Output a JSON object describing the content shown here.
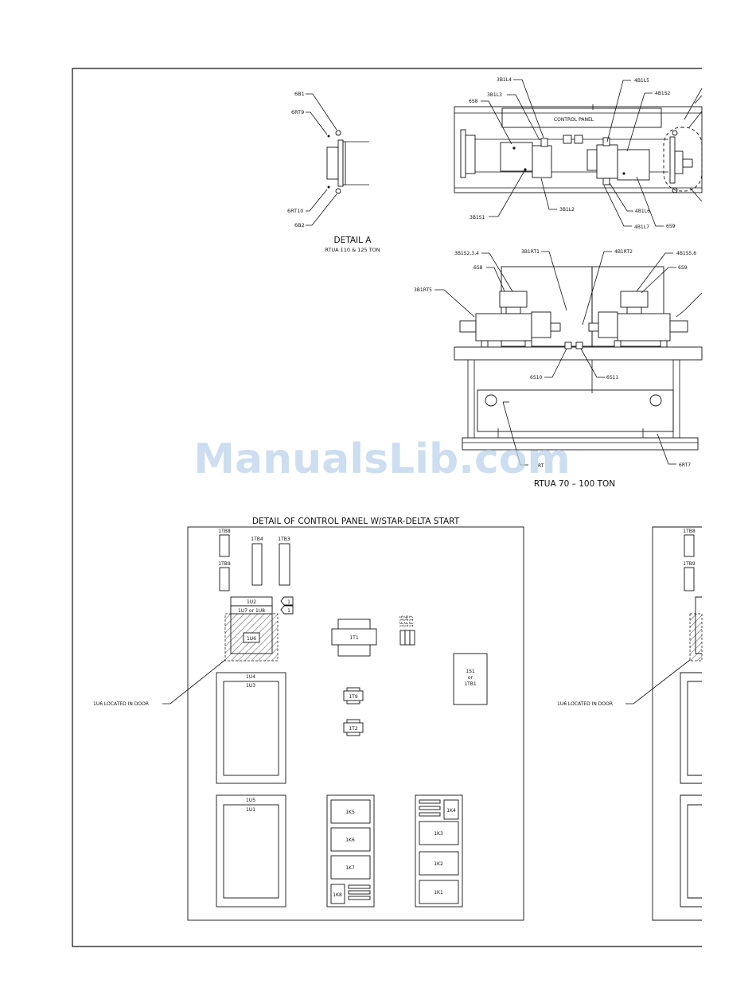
{
  "watermark": "ManualsLib.com",
  "detail_a": {
    "title": "DETAIL A",
    "subtitle": "RTUA 110 & 125 TON",
    "labels": {
      "b1": "6B1",
      "rt9": "6RT9",
      "rt10": "6RT10",
      "b2": "6B2"
    }
  },
  "top_view": {
    "panel_label": "CONTROL PANEL",
    "labels": {
      "l4": "3B1L4",
      "l3": "3B1L3",
      "s8": "6S8",
      "s1": "3B1S1",
      "l2": "3B1L2",
      "l5": "4B1L5",
      "s2": "4B1S2",
      "l6": "4B1L6",
      "l7": "4B1L7",
      "s9": "6S9"
    }
  },
  "side_view": {
    "title": "RTUA 70 – 100 TON",
    "labels": {
      "s234": "3B1S2,3,4",
      "rt1": "3B1RT1",
      "rt2": "4B1RT2",
      "s56": "4B1S5,6",
      "s8": "6S8",
      "s9": "6S9",
      "rt5": "3B1RT5",
      "s10": "6S10",
      "s11": "6S11",
      "rt": "RT",
      "rt7": "6RT7"
    }
  },
  "control_panel": {
    "title": "DETAIL OF CONTROL PANEL W/STAR-DELTA START",
    "note": "1U6 LOCATED IN DOOR",
    "components": {
      "tb8": "1TB8",
      "tb9": "1TB9",
      "tb4": "1TB4",
      "tb3": "1TB3",
      "u2": "1U2",
      "u78": "1U7 or 1U8",
      "u6": "1U6",
      "flag1": "1",
      "flag2": "1",
      "t1": "1T1",
      "f15": "1F15",
      "f16": "1F16",
      "f17": "1F17",
      "s1_line1": "1S1",
      "s1_line2": "or",
      "s1_line3": "1TB1",
      "u4": "1U4",
      "u3": "1U3",
      "t9": "1T9",
      "t2": "1T2",
      "u5": "1U5",
      "u1": "1U1",
      "k5": "1K5",
      "k6": "1K6",
      "k7": "1K7",
      "k8": "1K8",
      "k4": "1K4",
      "k3": "1K3",
      "k2": "1K2",
      "k1": "1K1"
    }
  },
  "control_panel_right": {
    "note": "1U6 LOCATED IN DOOR",
    "components": {
      "tb8": "1TB8",
      "tb9": "1TB9"
    }
  }
}
